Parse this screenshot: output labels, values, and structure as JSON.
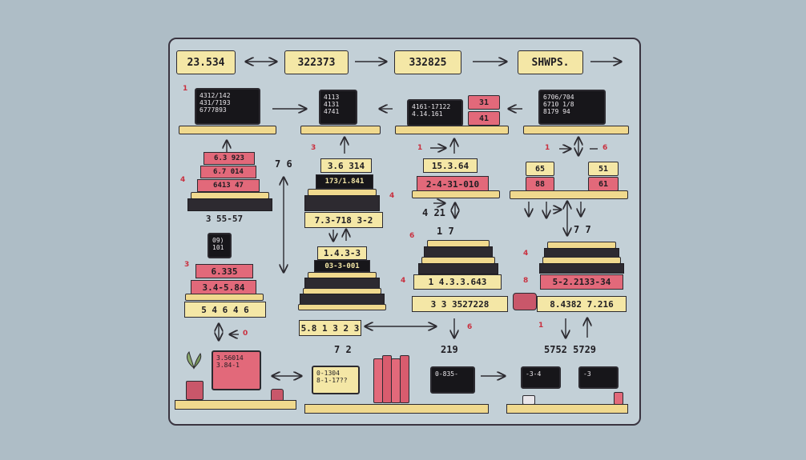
{
  "top_row": [
    "23.534",
    "322373",
    "332825",
    "SHWPS."
  ],
  "col1": {
    "laptop_lines": [
      "4312/142",
      "431/7193",
      "6777893"
    ],
    "markers": {
      "m1": "1",
      "m4": "4",
      "m3": "3",
      "m0": "0"
    },
    "stack_a": [
      "6.3 923",
      "6.7 014",
      "6413 47"
    ],
    "stack_a_label": "3 55-57",
    "monitor_lines": [
      "09)",
      "101"
    ],
    "stack_b": [
      "6.335",
      "3.4-5.84"
    ],
    "stack_b_label": "5 4 6 4 6",
    "side_num": "7 6"
  },
  "col2": {
    "laptop_lines": [
      "4113",
      "4131",
      "4741"
    ],
    "marker3": "3",
    "marker4": "4",
    "stack_a": [
      "3.6 314",
      "173/1.841"
    ],
    "stack_a_label": "7.3-718 3-2",
    "stack_b": [
      "1.4.3-3",
      "03-3-001"
    ],
    "stack_b_label": "5.8 1 3 2 3",
    "bottom_num": "7 2"
  },
  "col3": {
    "laptop_lines": [
      "4161-17122",
      "4.14.161"
    ],
    "small_boxes": [
      "31",
      "41"
    ],
    "marker1": "1",
    "marker6": "6",
    "marker4": "4",
    "step_labels": [
      "15.3.64",
      "2-4-31-010"
    ],
    "num_21": "4  21",
    "num_17": "1 7",
    "stack_label": "1 4.3.3.643",
    "stack_label2": "3 3 3527228",
    "marker6b": "6",
    "bottom_num": "219"
  },
  "col4": {
    "laptop_lines": [
      "6706/704",
      "6710 1/8",
      "8179 94"
    ],
    "marker1": "1",
    "marker6": "6",
    "boxes": [
      "65",
      "51",
      "88",
      "61"
    ],
    "num_77": "7 7",
    "marker4": "4",
    "marker8": "8",
    "marker1b": "1",
    "pink_label": "5-2.2133-34",
    "label2": "8.4382 7.216",
    "big_num": "5752 5729"
  },
  "bottom": {
    "monitor_a": [
      "3.56014",
      "3.84-1"
    ],
    "monitor_b": [
      "0-1304",
      "8-1-17??"
    ],
    "monitor_c": "0-835-",
    "monitor_d": "-3-4",
    "monitor_e": "-3"
  },
  "colors": {
    "paper": "#f4e7a6",
    "pink": "#e2697a",
    "screen": "#17161a",
    "wood": "#f0d98e",
    "background": "#aebdc6"
  }
}
